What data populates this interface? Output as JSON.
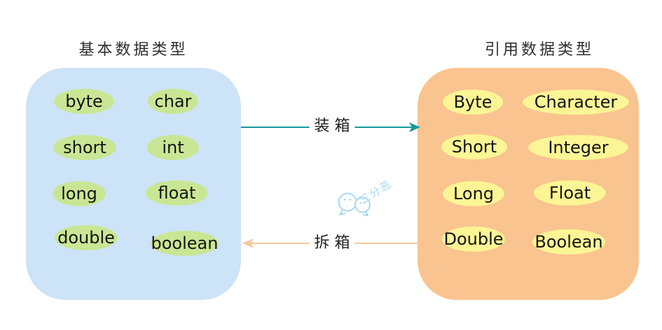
{
  "left_panel": {
    "title": "基本数据类型",
    "items": [
      "byte",
      "char",
      "short",
      "int",
      "long",
      "float",
      "double",
      "boolean"
    ]
  },
  "right_panel": {
    "title": "引用数据类型",
    "items": [
      "Byte",
      "Character",
      "Short",
      "Integer",
      "Long",
      "Float",
      "Double",
      "Boolean"
    ]
  },
  "arrows": {
    "boxing": "装箱",
    "unboxing": "拆箱"
  },
  "watermark": {
    "text": "三分恶",
    "icon": "wechat-doodle-faces"
  },
  "colors": {
    "left_box": "#cde3f7",
    "left_pill": "#c9e694",
    "right_box": "#f9c48f",
    "right_pill": "#fcf595",
    "boxing_arrow": "#17999c",
    "unboxing_arrow": "#f7c99b",
    "watermark": "#a9d6f5",
    "text": "#141414"
  }
}
